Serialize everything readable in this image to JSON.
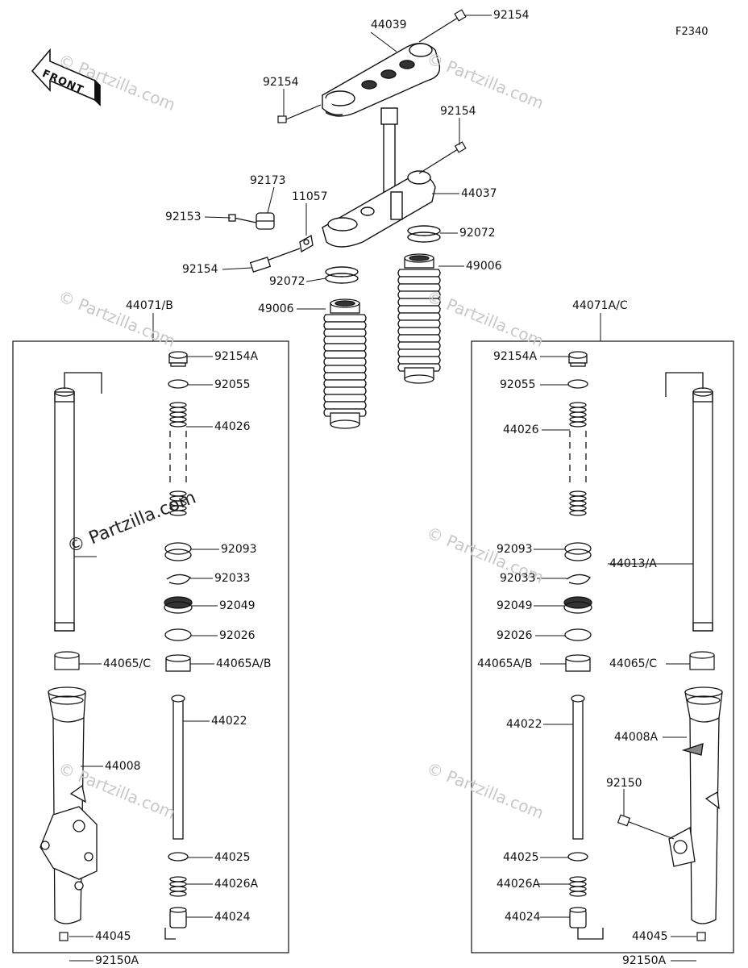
{
  "figure_code": "F2340",
  "front_label": "FRONT",
  "watermark": "© Partzilla.com",
  "labels": {
    "l44039": "44039",
    "l92154_top": "92154",
    "l92154_left": "92154",
    "l92154_right": "92154",
    "l92173": "92173",
    "l11057": "11057",
    "l44037": "44037",
    "l92153": "92153",
    "l92072_right": "92072",
    "l92154_low": "92154",
    "l92072_mid": "92072",
    "l49006_right": "49006",
    "l49006_left": "49006",
    "l44071B": "44071/B",
    "l44071AC": "44071A/C",
    "L_92154A": "92154A",
    "L_92055": "92055",
    "L_44026": "44026",
    "L_92093": "92093",
    "L_92033": "92033",
    "L_92049": "92049",
    "L_92026": "92026",
    "L_44065C": "44065/C",
    "L_44065AB": "44065A/B",
    "L_44022": "44022",
    "L_44008": "44008",
    "L_44025": "44025",
    "L_44026A": "44026A",
    "L_44045": "44045",
    "L_44024": "44024",
    "L_92150A": "92150A",
    "R_92154A": "92154A",
    "R_92055": "92055",
    "R_44026": "44026",
    "R_92093": "92093",
    "R_92033": "92033",
    "R_92049": "92049",
    "R_92026": "92026",
    "R_44013A": "44013/A",
    "R_44065AB": "44065A/B",
    "R_44065C": "44065/C",
    "R_44022": "44022",
    "R_44008A": "44008A",
    "R_92150": "92150",
    "R_44025": "44025",
    "R_44026A": "44026A",
    "R_44024": "44024",
    "R_44045": "44045",
    "R_92150A": "92150A"
  }
}
